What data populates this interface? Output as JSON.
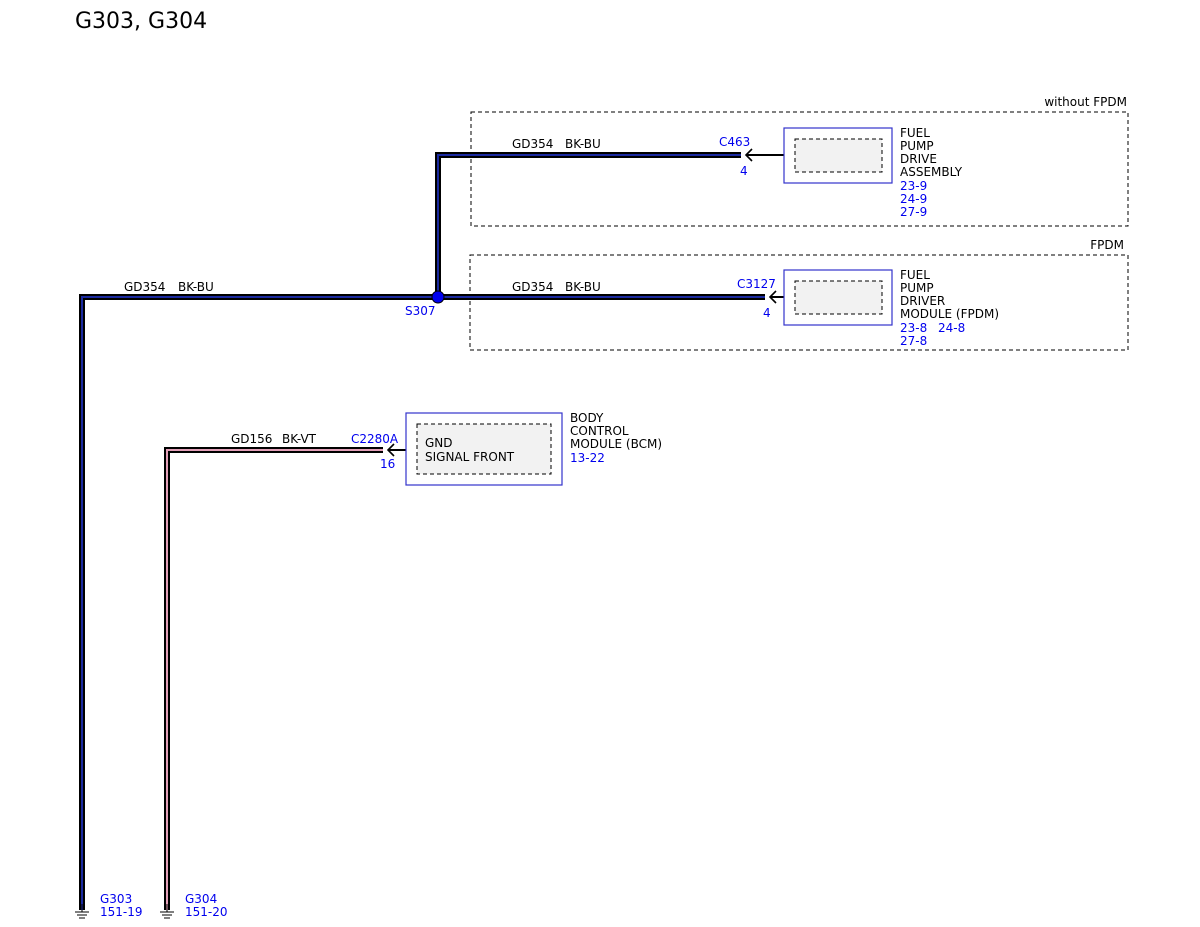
{
  "page": {
    "title": "G303, G304"
  },
  "colors": {
    "wire_bk_bu_outer": "#000000",
    "wire_bk_bu_inner": "#1b2aa0",
    "wire_bk_vt_outer": "#000000",
    "wire_bk_vt_inner": "#e3a0b8",
    "reference_text": "#0000ee",
    "component_border": "#3333cc",
    "component_fill": "#f2f2f2",
    "splice": "#0000ee"
  },
  "groups": {
    "without_fpdm": "without FPDM",
    "fpdm": "FPDM"
  },
  "wires": {
    "main": {
      "circuit": "GD354",
      "color": "BK-BU"
    },
    "upper": {
      "circuit": "GD354",
      "color": "BK-BU"
    },
    "middle": {
      "circuit": "GD354",
      "color": "BK-BU"
    },
    "bcm": {
      "circuit": "GD156",
      "color": "BK-VT"
    }
  },
  "splice": {
    "id": "S307"
  },
  "components": {
    "fuel_pump_drive_assembly": {
      "connector": "C463",
      "pin": "4",
      "name_lines": [
        "FUEL",
        "PUMP",
        "DRIVE",
        "ASSEMBLY"
      ],
      "refs": [
        "23-9",
        "24-9",
        "27-9"
      ]
    },
    "fpdm": {
      "connector": "C3127",
      "pin": "4",
      "name_lines": [
        "FUEL",
        "PUMP",
        "DRIVER",
        "MODULE (FPDM)"
      ],
      "refs": [
        "23-8",
        "24-8",
        "27-8"
      ]
    },
    "bcm": {
      "connector": "C2280A",
      "pin": "16",
      "internal_lines": [
        "GND",
        "SIGNAL FRONT"
      ],
      "name_lines": [
        "BODY",
        "CONTROL",
        "MODULE (BCM)"
      ],
      "refs": [
        "13-22"
      ]
    }
  },
  "grounds": [
    {
      "id": "G303",
      "ref": "151-19"
    },
    {
      "id": "G304",
      "ref": "151-20"
    }
  ]
}
